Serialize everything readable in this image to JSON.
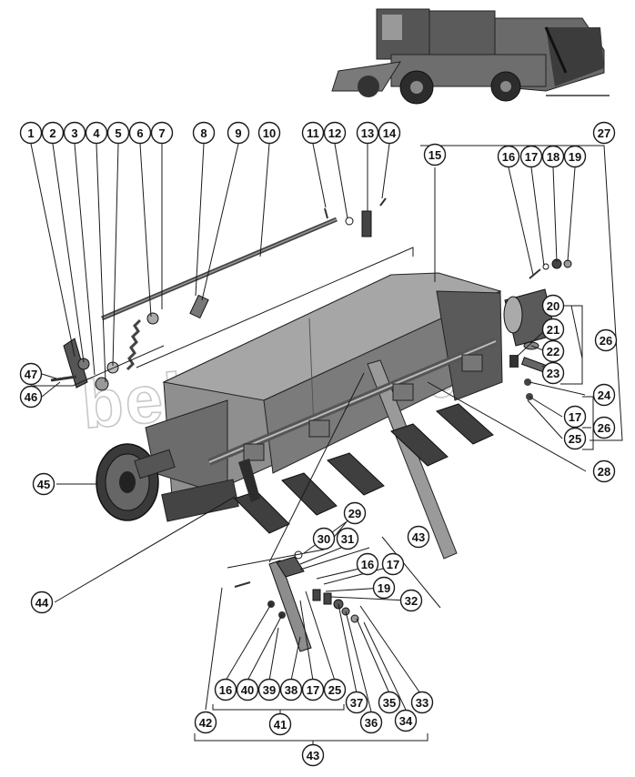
{
  "figure": {
    "watermark": "belarusn.ru",
    "callout_numbers": [
      "1",
      "2",
      "3",
      "4",
      "5",
      "6",
      "7",
      "8",
      "9",
      "10",
      "11",
      "12",
      "13",
      "14",
      "15",
      "16",
      "17",
      "18",
      "19",
      "27",
      "20",
      "21",
      "22",
      "23",
      "24",
      "26",
      "17",
      "26",
      "25",
      "28",
      "47",
      "46",
      "45",
      "44",
      "43",
      "29",
      "30",
      "31",
      "16",
      "17",
      "19",
      "32",
      "42",
      "16",
      "40",
      "39",
      "38",
      "17",
      "25",
      "37",
      "36",
      "35",
      "34",
      "33",
      "41",
      "43"
    ]
  },
  "icons": {
    "combine": "combine-harvester-icon",
    "pulley": "pulley-wheel-icon",
    "spring": "spring-icon",
    "housing": "auger-housing-icon"
  },
  "colors": {
    "line": "#1a1a1a",
    "metal_dark": "#3a3a3a",
    "metal_mid": "#6f6f6f",
    "metal_light": "#a9a9a9",
    "watermark": "#c8c8c8"
  }
}
